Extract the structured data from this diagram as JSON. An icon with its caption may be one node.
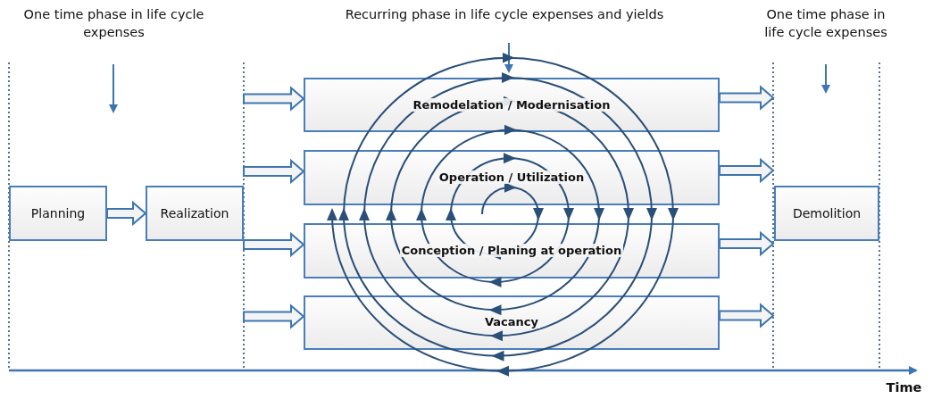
{
  "diagram": {
    "nodes": [
      {
        "text": [
          "Planning"
        ]
      },
      {
        "text": [
          "Realization"
        ]
      },
      {
        "text": [
          "Remodelation / Modernisation"
        ]
      },
      {
        "text": [
          "Operation / Utilization"
        ]
      },
      {
        "text": [
          "Conception / Planing at operation"
        ]
      },
      {
        "text": [
          "Vacancy"
        ]
      },
      {
        "text": [
          "Demolition"
        ]
      }
    ],
    "edges": [
      {
        "from": 0,
        "to": 1,
        "arrow": "to"
      },
      {
        "from": null,
        "to": 2,
        "arrow": "to"
      },
      {
        "from": null,
        "to": 3,
        "arrow": "to"
      },
      {
        "from": null,
        "to": 4,
        "arrow": "to"
      },
      {
        "from": null,
        "to": 5,
        "arrow": "to"
      },
      {
        "from": 2,
        "to": null,
        "arrow": "to"
      },
      {
        "from": 3,
        "to": null,
        "arrow": "to"
      },
      {
        "from": 4,
        "to": null,
        "arrow": "to"
      },
      {
        "from": 5,
        "to": null,
        "arrow": "to"
      }
    ],
    "labels": [
      "One time phase in life cycle expenses",
      "Recurring phase in life cycle expenses and yields",
      "One time phase in life cycle expenses",
      "Time"
    ]
  }
}
